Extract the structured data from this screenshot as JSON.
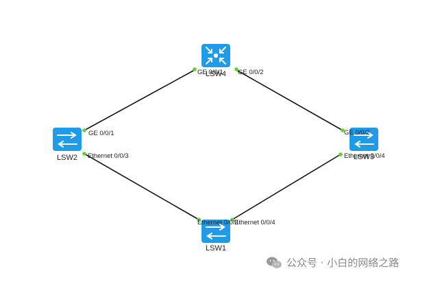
{
  "devices": {
    "lsw1": {
      "name": "LSW1"
    },
    "lsw2": {
      "name": "LSW2"
    },
    "lsw3": {
      "name": "LSW3"
    },
    "lsw4": {
      "name": "LSW4"
    }
  },
  "links": [
    {
      "a": "lsw4",
      "a_port": "GE 0/0/1",
      "b": "lsw2",
      "b_port": "GE 0/0/1"
    },
    {
      "a": "lsw4",
      "a_port": "GE 0/0/2",
      "b": "lsw3",
      "b_port": "GE 0/0/2"
    },
    {
      "a": "lsw2",
      "a_port": "Ethernet 0/0/3",
      "b": "lsw1",
      "b_port": "Ethernet 0/0/3"
    },
    {
      "a": "lsw3",
      "a_port": "Ethernet 0/0/4",
      "b": "lsw1",
      "b_port": "Ethernet 0/0/4"
    }
  ],
  "watermark": {
    "text": "公众号 · 小白的网络之路",
    "icon": "wechat-icon"
  },
  "colors": {
    "device": "#1f9be8",
    "port": "#5dd62c",
    "link": "#111111"
  }
}
